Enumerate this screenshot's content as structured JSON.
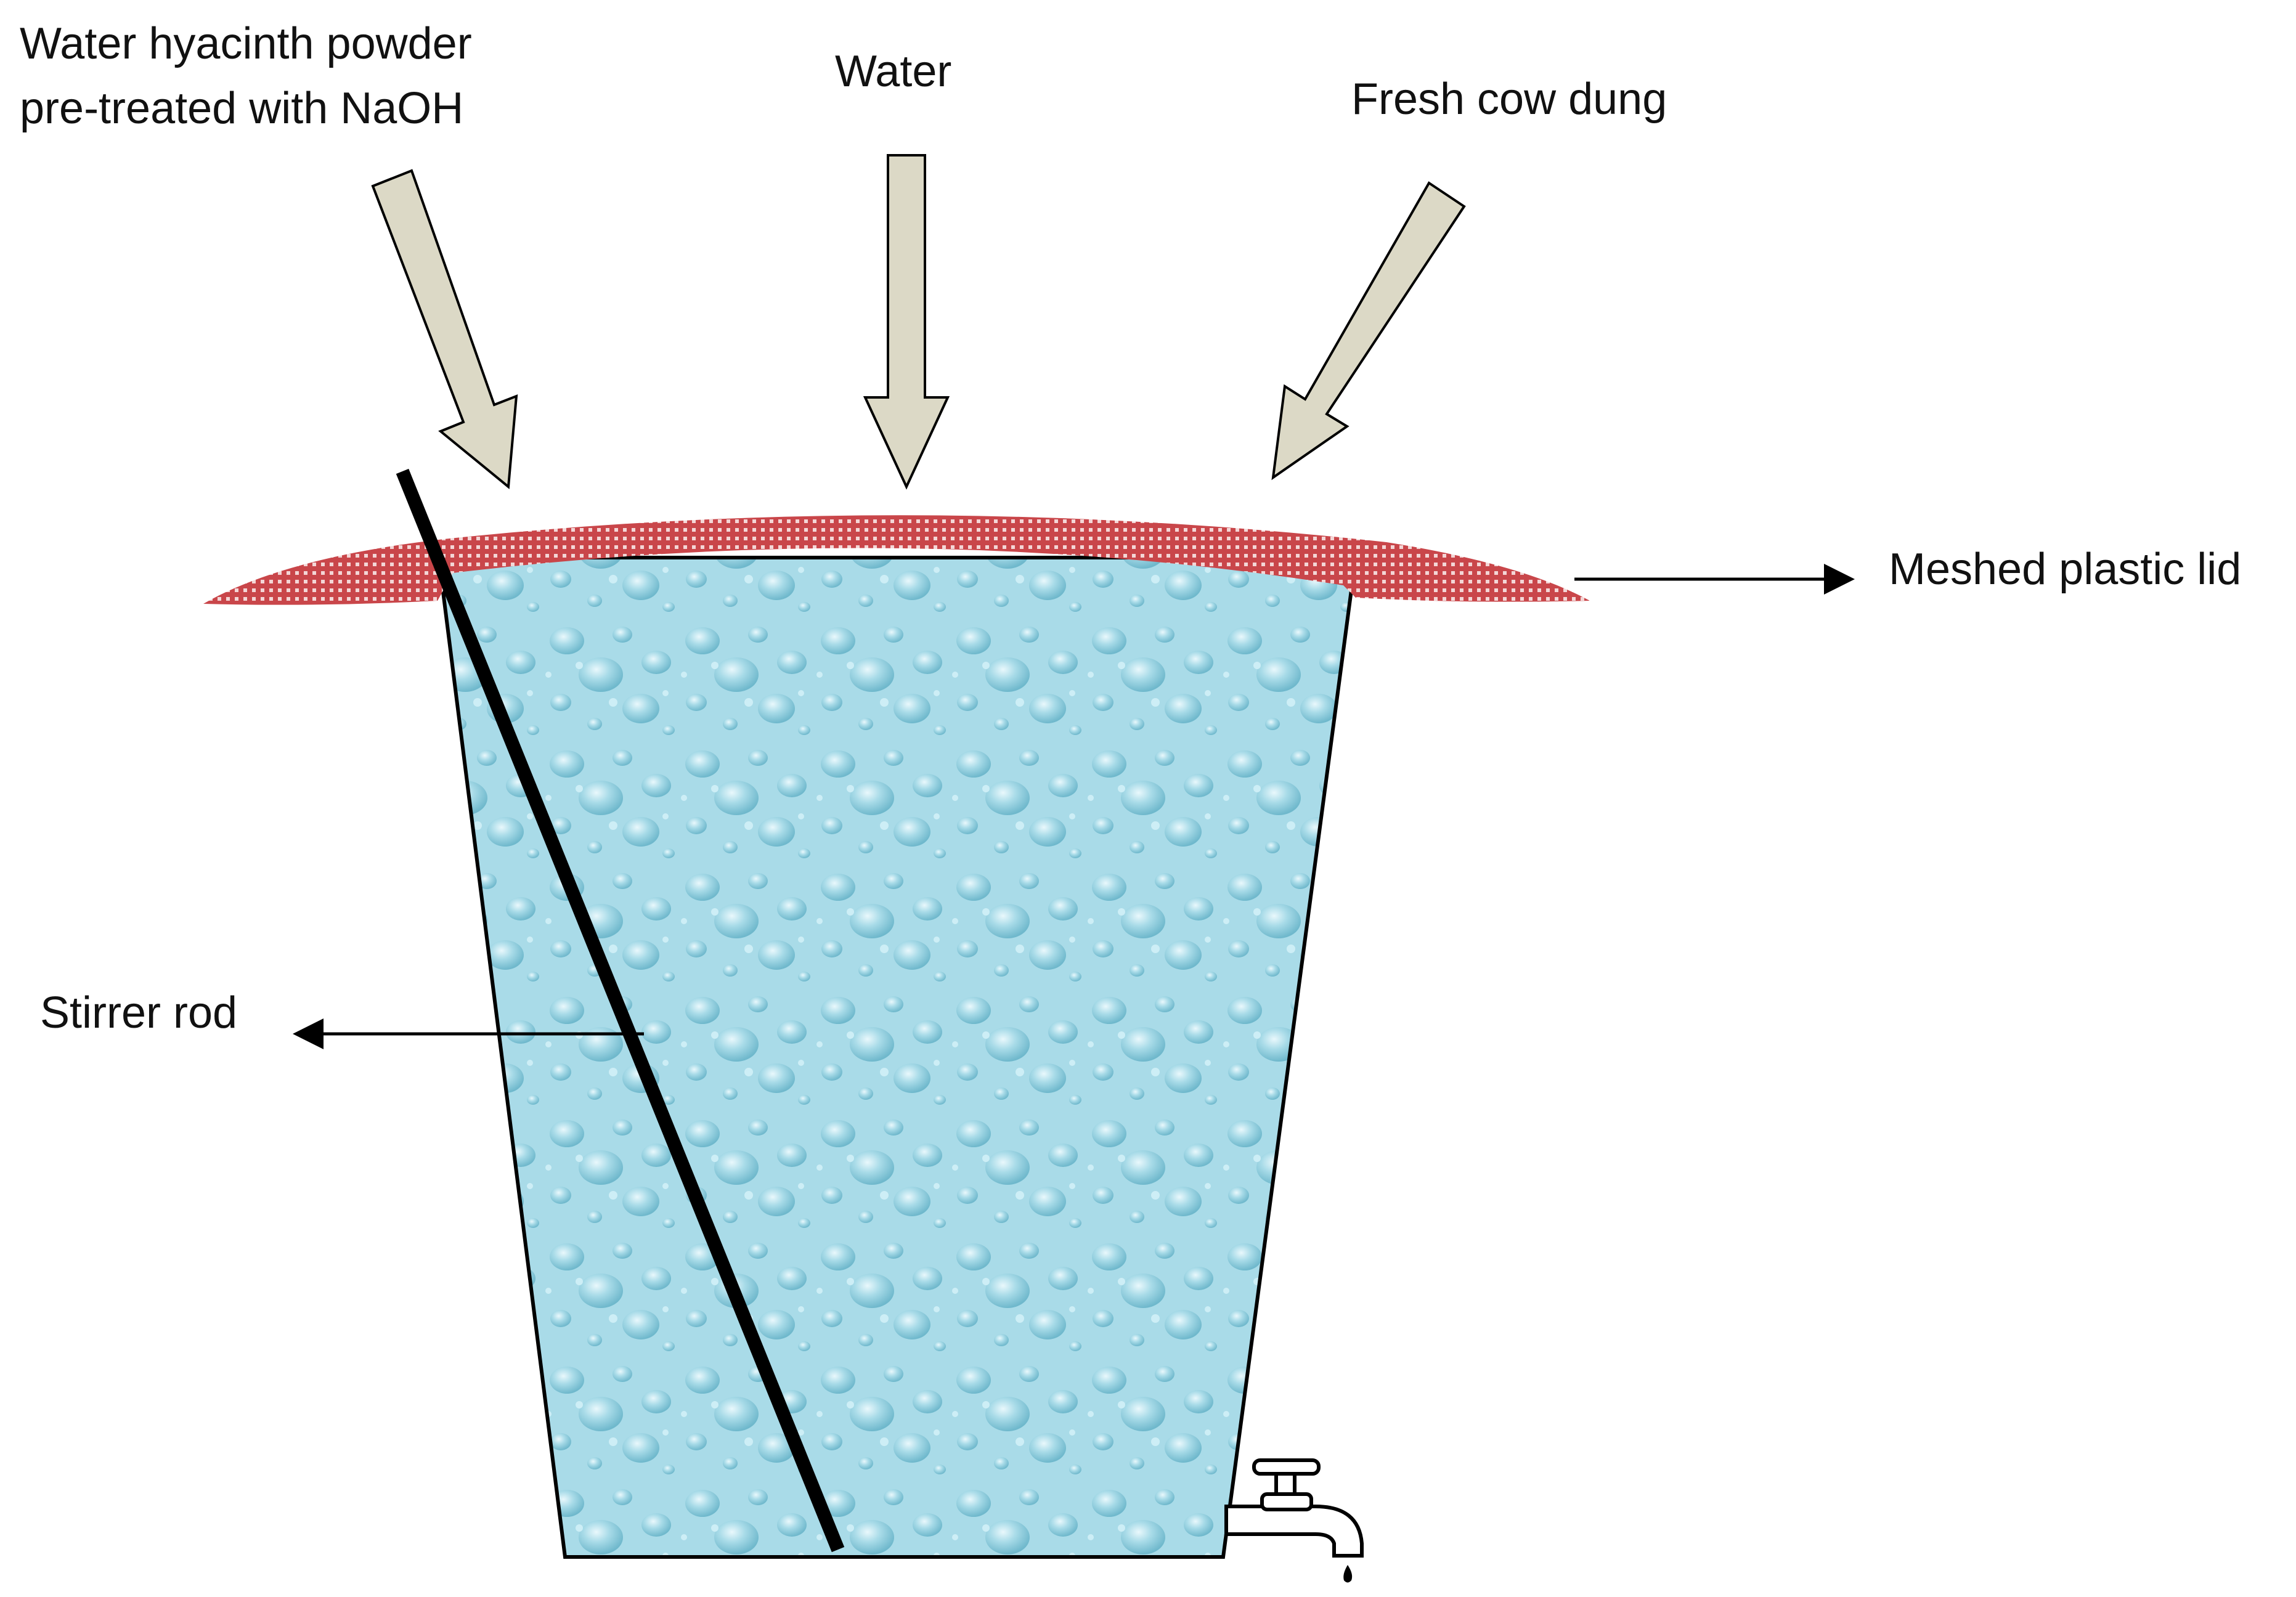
{
  "inputs": {
    "powder_line1": "Water hyacinth powder",
    "powder_line2": "pre-treated with NaOH",
    "water": "Water",
    "cow_dung": "Fresh cow dung"
  },
  "labels": {
    "lid": "Meshed plastic lid",
    "stirrer": "Stirrer rod"
  },
  "colors": {
    "arrow_fill": "#dcd9c6",
    "lid": "#c9464a",
    "water": "#a9dbe8",
    "outline": "#000000"
  }
}
